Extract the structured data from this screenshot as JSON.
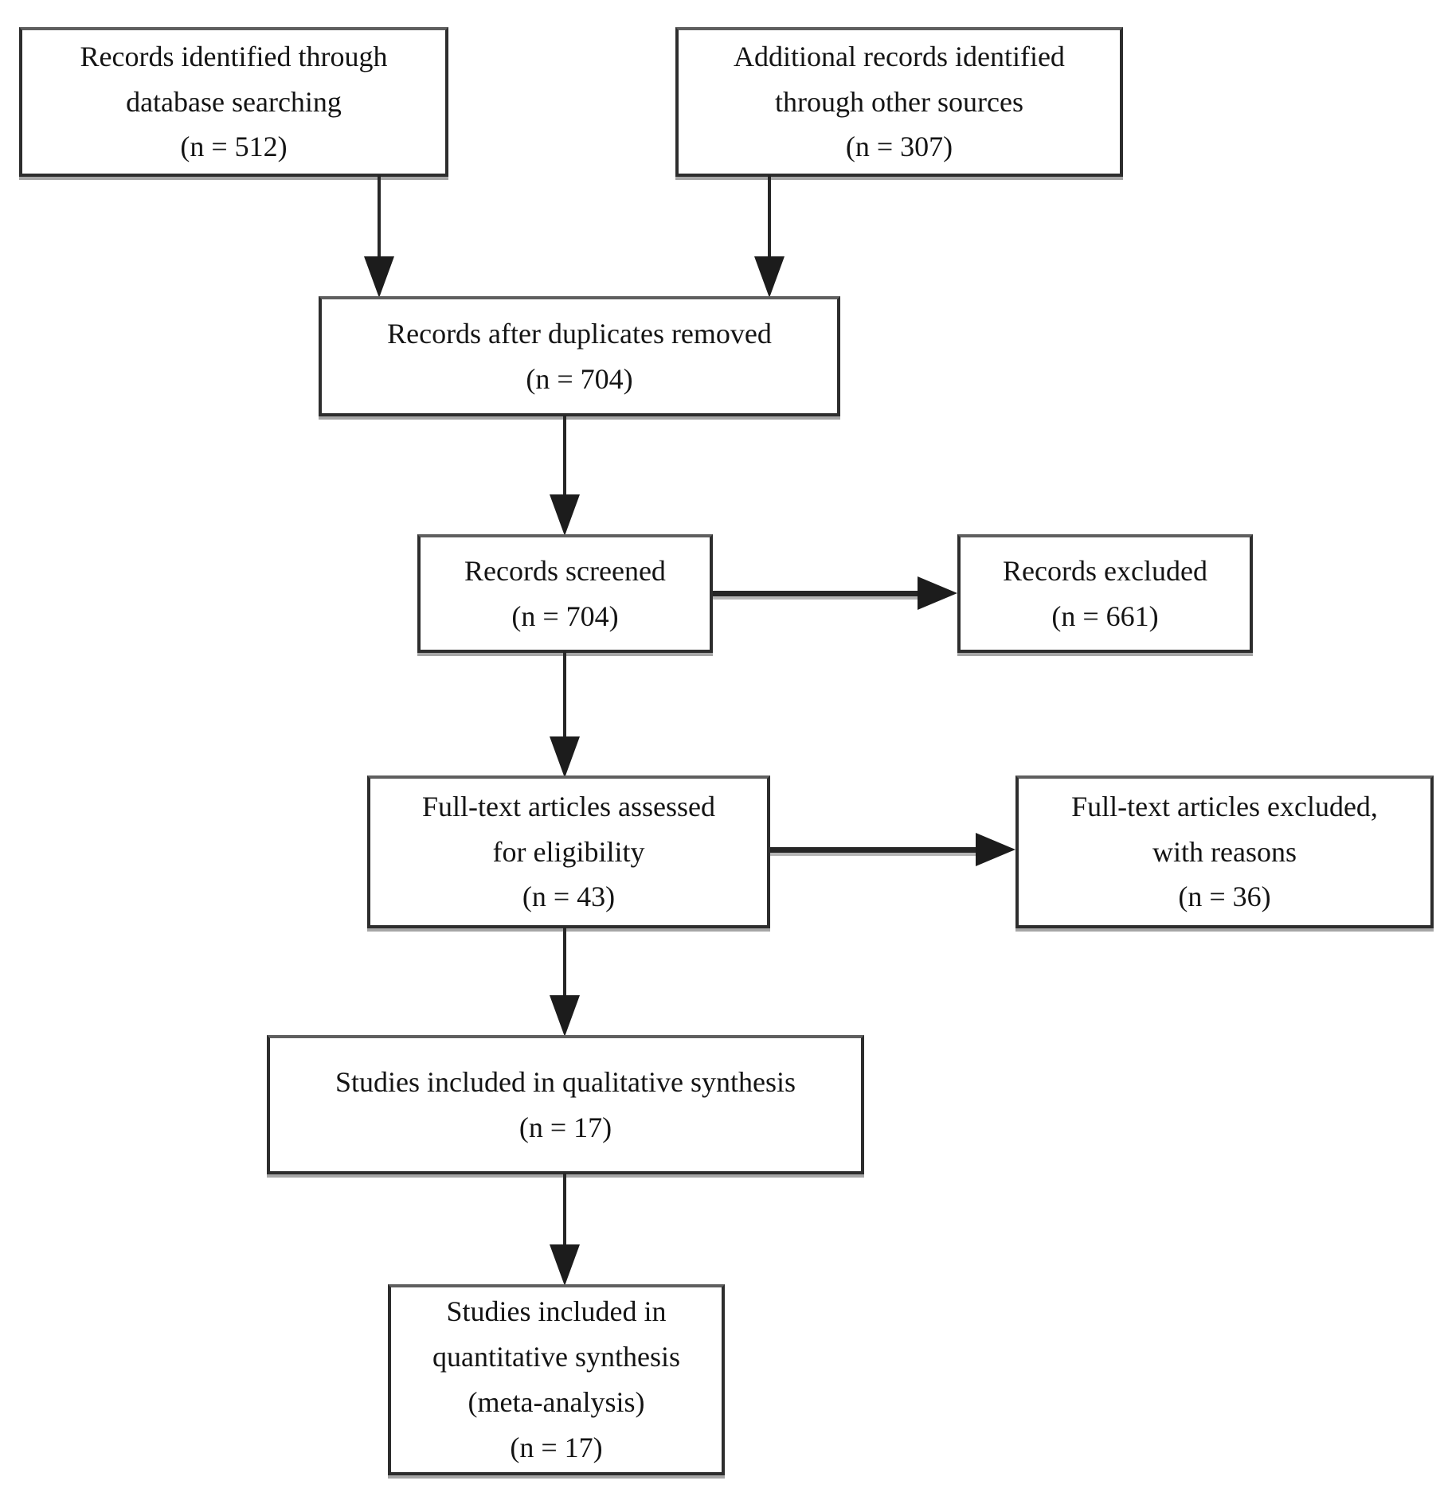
{
  "boxes": [
    {
      "id": "records-identified",
      "lines": [
        "Records identified through",
        "database searching",
        "(n = 512)"
      ]
    },
    {
      "id": "additional-records",
      "lines": [
        "Additional records identified",
        "through other sources",
        "(n = 307)"
      ]
    },
    {
      "id": "after-duplicates",
      "lines": [
        "Records after duplicates removed",
        "(n = 704)"
      ]
    },
    {
      "id": "records-screened",
      "lines": [
        "Records screened",
        "(n = 704)"
      ]
    },
    {
      "id": "records-excluded",
      "lines": [
        "Records excluded",
        "(n = 661)"
      ]
    },
    {
      "id": "fulltext-assessed",
      "lines": [
        "Full-text articles assessed",
        "for eligibility",
        "(n = 43)"
      ]
    },
    {
      "id": "fulltext-excluded",
      "lines": [
        "Full-text articles excluded,",
        "with reasons",
        "(n = 36)"
      ]
    },
    {
      "id": "qualitative-synthesis",
      "lines": [
        "Studies included in qualitative synthesis",
        "(n = 17)"
      ]
    },
    {
      "id": "quantitative-synthesis",
      "lines": [
        "Studies included in",
        "quantitative synthesis",
        "(meta-analysis)",
        "(n = 17)"
      ]
    }
  ],
  "counts": {
    "database_searching": 512,
    "other_sources": 307,
    "after_duplicates": 704,
    "screened": 704,
    "excluded": 661,
    "fulltext_assessed": 43,
    "fulltext_excluded": 36,
    "qualitative": 17,
    "quantitative": 17
  },
  "colors": {
    "background": "#ffffff",
    "box_fill": "#ffffff",
    "box_border": "#2d2d2d",
    "box_shadow": "#a6a6a6",
    "connector": "#262626",
    "text": "#141414"
  }
}
